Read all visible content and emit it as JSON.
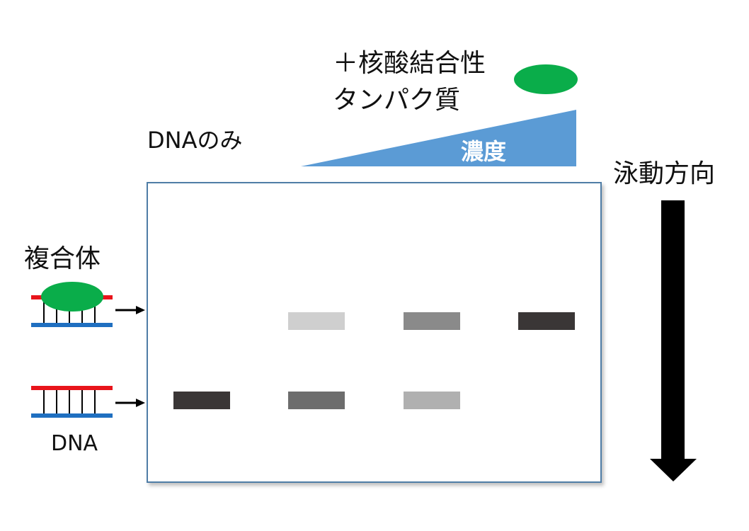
{
  "labels": {
    "protein_line1": "＋核酸結合性",
    "protein_line2": "タンパク質",
    "dna_only": "DNAのみ",
    "concentration": "濃度",
    "direction": "泳動方向",
    "complex": "複合体",
    "dna": "DNA"
  },
  "colors": {
    "protein": "#0aad4a",
    "wedge": "#5b9bd5",
    "gel_border": "#4f7da6",
    "strand_top": "#e8141b",
    "strand_bottom": "#1f6fc0"
  },
  "gel": {
    "complex_row": [
      "none",
      "#cfcfcf",
      "#8a8a8a",
      "#3a3636"
    ],
    "dna_row": [
      "#3a3636",
      "#6d6d6d",
      "#b0b0b0",
      "none"
    ]
  }
}
